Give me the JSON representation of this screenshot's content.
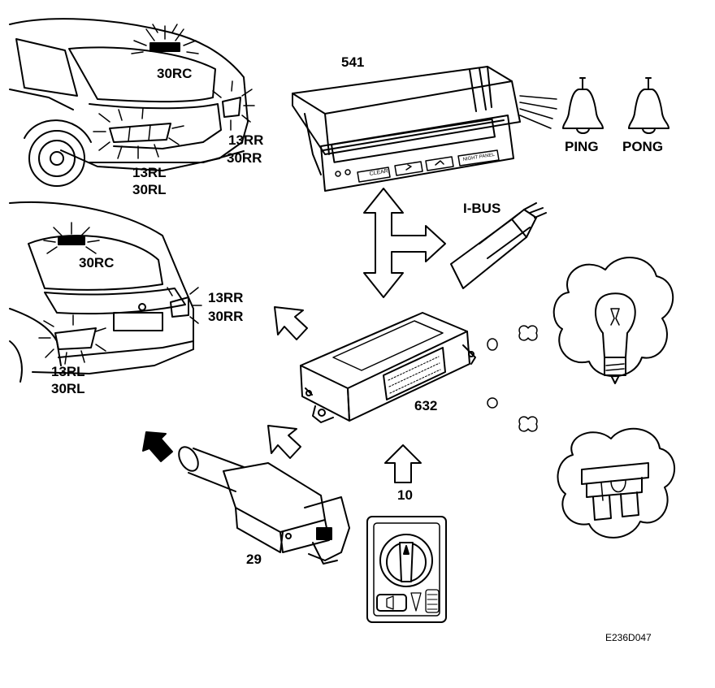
{
  "labels": {
    "wagon_center": "30RC",
    "wagon_right_13": "13RR",
    "wagon_right_30": "30RR",
    "wagon_left_13": "13RL",
    "wagon_left_30": "30RL",
    "sedan_center": "30RC",
    "sedan_right_13": "13RR",
    "sedan_right_30": "30RR",
    "sedan_left_13": "13RL",
    "sedan_left_30": "30RL",
    "sid_unit": "541",
    "ping": "PING",
    "pong": "PONG",
    "ibus": "I-BUS",
    "control_module": "632",
    "brake_switch": "29",
    "light_switch": "10",
    "figure_code": "E236D047"
  },
  "sid_buttons": {
    "clear": "CLEAR",
    "night": "NIGHT PANEL"
  }
}
